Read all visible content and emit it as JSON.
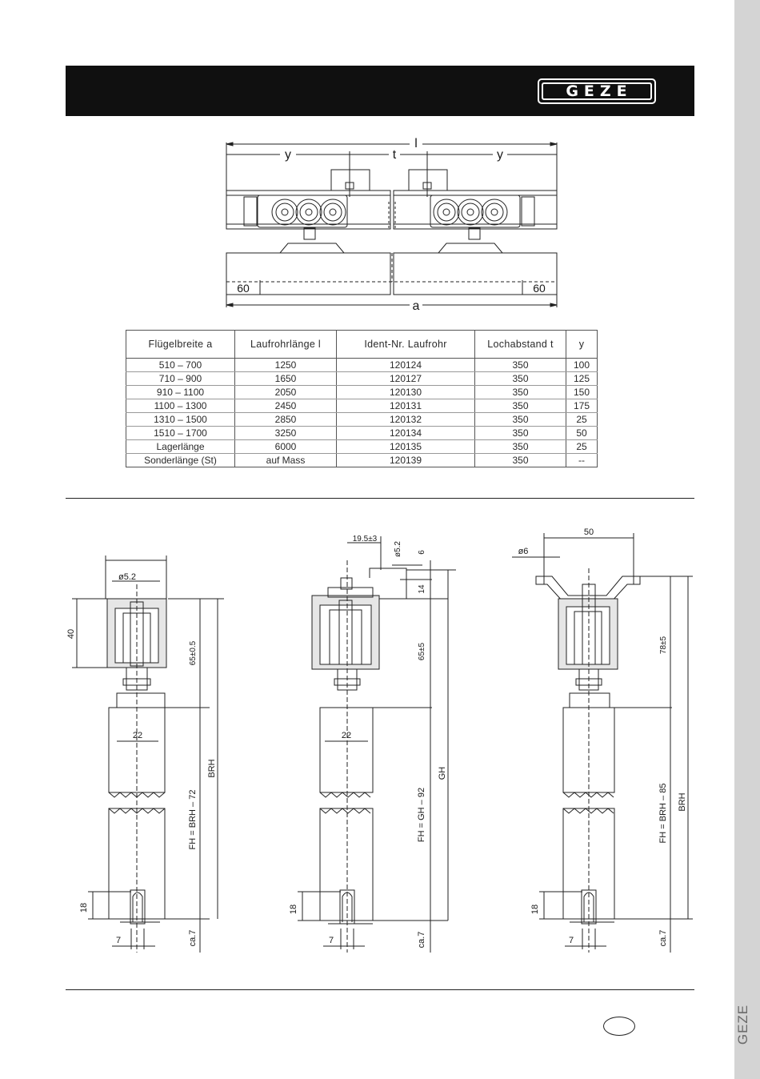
{
  "brand": {
    "logo_text": "GEZE",
    "side_label": "GEZE"
  },
  "top_drawing": {
    "labels": {
      "l": "l",
      "y_left": "y",
      "t": "t",
      "y_right": "y",
      "a": "a",
      "left_offset": "60",
      "right_offset": "60"
    }
  },
  "table": {
    "headers": [
      "Flügelbreite a",
      "Laufrohrlänge l",
      "Ident-Nr. Laufrohr",
      "Lochabstand t",
      "y"
    ],
    "rows": [
      [
        "510  –  700",
        "1250",
        "120124",
        "350",
        "100"
      ],
      [
        "710  –  900",
        "1650",
        "120127",
        "350",
        "125"
      ],
      [
        "910  –  1100",
        "2050",
        "120130",
        "350",
        "150"
      ],
      [
        "1100  –  1300",
        "2450",
        "120131",
        "350",
        "175"
      ],
      [
        "1310  –  1500",
        "2850",
        "120132",
        "350",
        "25"
      ],
      [
        "1510  –  1700",
        "3250",
        "120134",
        "350",
        "50"
      ],
      [
        "Lagerlänge",
        "6000",
        "120135",
        "350",
        "25"
      ],
      [
        "Sonderlänge (St)",
        "auf Mass",
        "120139",
        "350",
        "--"
      ]
    ]
  },
  "section1": {
    "dia": "ø5.2",
    "h40": "40",
    "h65": "65±0.5",
    "w22": "22",
    "brh": "BRH",
    "fh": "FH = BRH – 72",
    "h18": "18",
    "w7": "7",
    "ca7": "ca.7"
  },
  "section2": {
    "w195": "19.5±3",
    "dia": "ø5.2",
    "h6": "6",
    "h14": "14",
    "h65": "65±5",
    "w22": "22",
    "gh": "GH",
    "fh": "FH = GH – 92",
    "h18": "18",
    "w7": "7",
    "ca7": "ca.7"
  },
  "section3": {
    "w50": "50",
    "dia": "ø6",
    "h78": "78±5",
    "fh": "FH = BRH – 85",
    "brh": "BRH",
    "h18": "18",
    "w7": "7",
    "ca7": "ca.7"
  }
}
